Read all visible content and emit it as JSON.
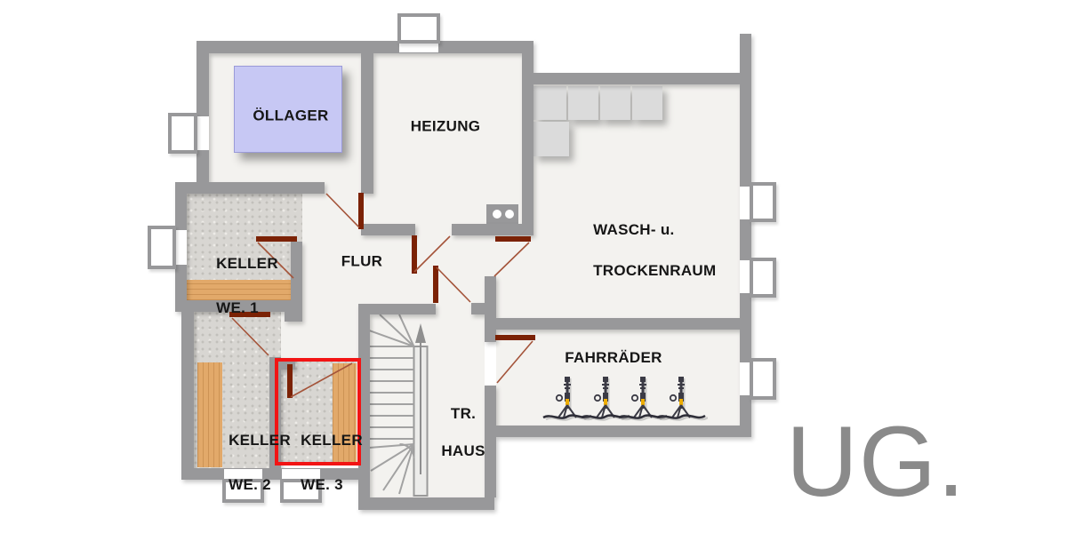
{
  "floor_title": "UG.",
  "rooms": {
    "oellager": {
      "label": "ÖLLAGER"
    },
    "heizung": {
      "label": "HEIZUNG"
    },
    "waschraum": {
      "line1": "WASCH- u.",
      "line2": "TROCKENRAUM"
    },
    "flur": {
      "label": "FLUR"
    },
    "keller_we1": {
      "line1": "KELLER",
      "line2": "WE. 1"
    },
    "keller_we2": {
      "line1": "KELLER",
      "line2": "WE. 2"
    },
    "keller_we3": {
      "line1": "KELLER",
      "line2": "WE. 3",
      "highlighted": true
    },
    "treppenhaus": {
      "line1": "TR.",
      "line2": "HAUS"
    },
    "fahrraeder": {
      "label": "FAHRRÄDER"
    }
  },
  "furniture": {
    "oil_tank_count": 1,
    "washing_machine_count": 5,
    "bicycle_count": 4,
    "shelf_count": 3,
    "window_count": 8,
    "door_count": 8
  },
  "colors": {
    "wall": "#98989a",
    "floor": "#f3f2ef",
    "keller_floor": "#d8d6d2",
    "wood": "#e2a96a",
    "oil_tank": "#c7c8f4",
    "door_leaf": "#7b2205",
    "door_swing": "#a4543a",
    "highlight_red": "#f21414",
    "label_text": "#161616",
    "title_text": "#8a8a8a",
    "machine": "#dbdbdb"
  }
}
